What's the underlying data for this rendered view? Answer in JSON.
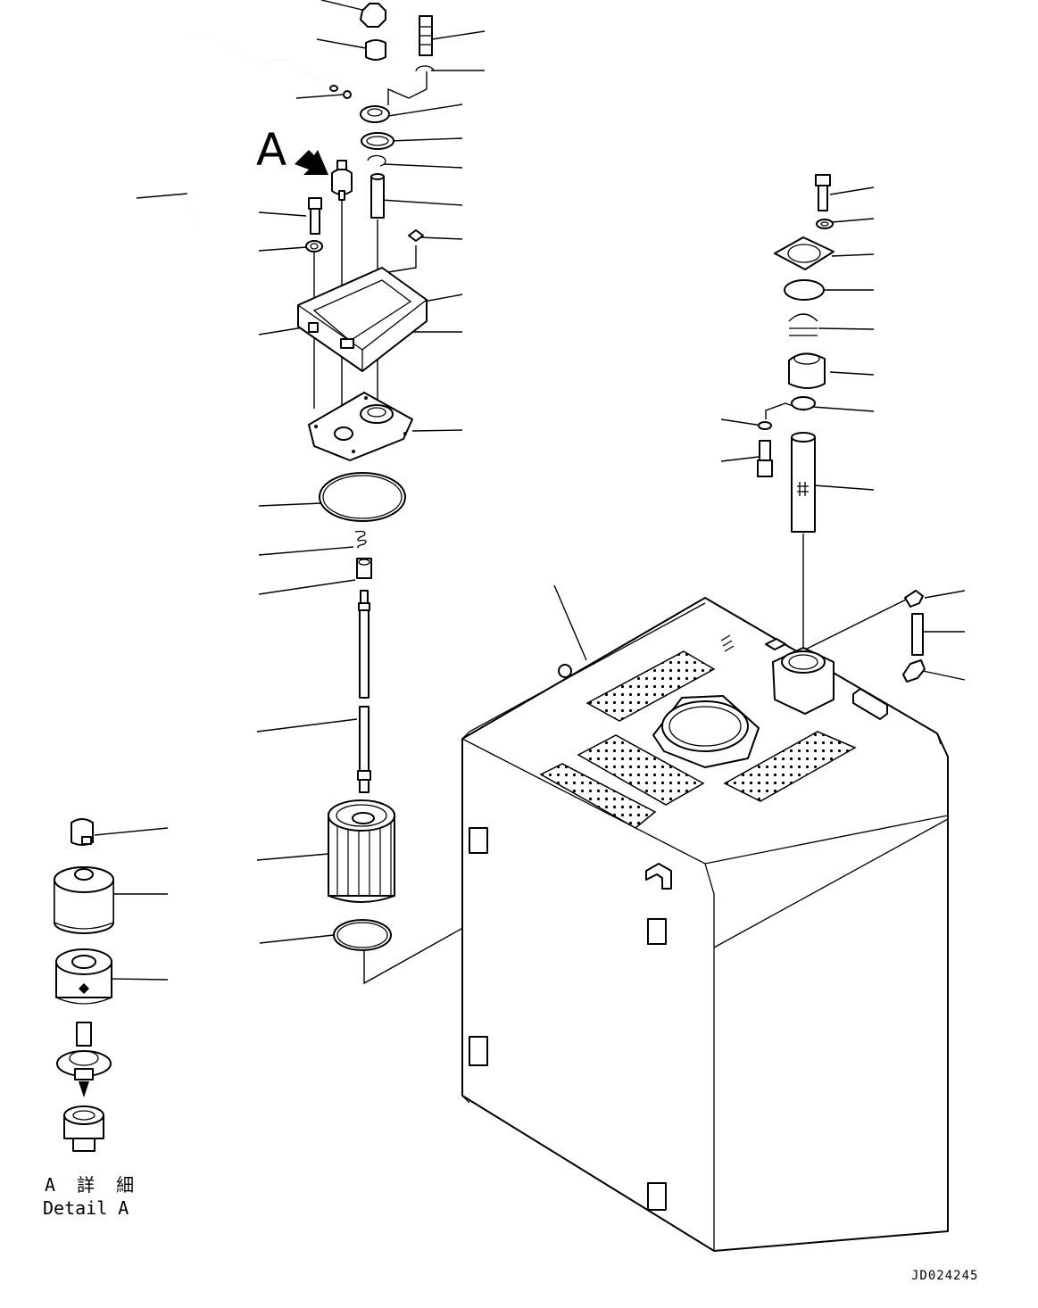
{
  "diagram": {
    "letter_a": "A",
    "detail_label_jp": "A 詳 細",
    "detail_label_en": "Detail A",
    "drawing_number": "JD024245"
  }
}
